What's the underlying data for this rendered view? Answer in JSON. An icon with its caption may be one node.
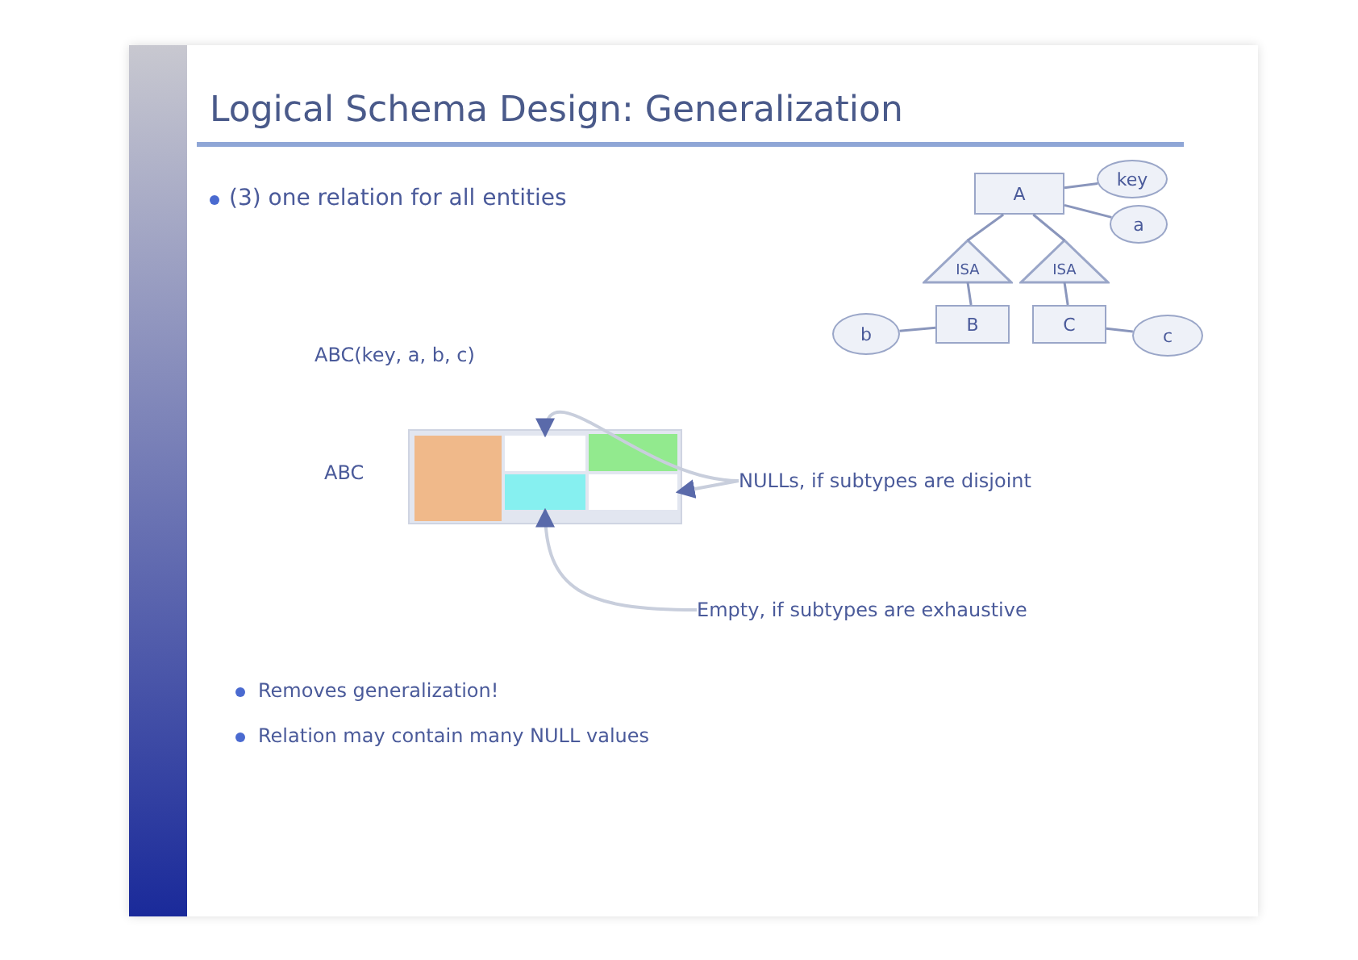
{
  "diagram": {
    "title": "Logical Schema Design: Generalization",
    "nodes": [
      {
        "text": [
          "A"
        ]
      },
      {
        "text": [
          "key"
        ]
      },
      {
        "text": [
          "a"
        ]
      },
      {
        "text": [
          "ISA"
        ]
      },
      {
        "text": [
          "ISA"
        ]
      },
      {
        "text": [
          "b"
        ]
      },
      {
        "text": [
          "B"
        ]
      },
      {
        "text": [
          "C"
        ]
      },
      {
        "text": [
          "c"
        ]
      },
      {
        "text": [],
        "shape": "box",
        "beside": [
          "ABC"
        ]
      },
      {
        "text": [],
        "shape": "box",
        "in": 9
      },
      {
        "text": [],
        "shape": "box",
        "in": 9
      },
      {
        "text": [],
        "shape": "box",
        "in": 9
      },
      {
        "text": [],
        "shape": "box",
        "in": 9
      },
      {
        "text": [],
        "shape": "box",
        "in": 9
      },
      {
        "text": [
          "NULLs, if subtypes are disjoint"
        ]
      },
      {
        "text": [
          "Empty, if subtypes are exhaustive"
        ]
      }
    ],
    "edges": [
      {
        "from": 0,
        "to": 1,
        "arrow": "none"
      },
      {
        "from": 0,
        "to": 2,
        "arrow": "none"
      },
      {
        "from": 3,
        "to": 0,
        "arrow": "none"
      },
      {
        "from": 4,
        "to": 0,
        "arrow": "none"
      },
      {
        "from": 3,
        "to": 6,
        "arrow": "none"
      },
      {
        "from": 4,
        "to": 7,
        "arrow": "none"
      },
      {
        "from": 5,
        "to": 6,
        "arrow": "none"
      },
      {
        "from": 7,
        "to": 8,
        "arrow": "none"
      },
      {
        "from": 15,
        "to": 11,
        "arrow": "to"
      },
      {
        "from": 15,
        "to": 14,
        "arrow": "to"
      },
      {
        "from": 16,
        "to": 13,
        "arrow": "to"
      }
    ],
    "labels": [
      "(3) one relation for all entities",
      "ABC(key, a, b, c)",
      "Removes generalization!",
      "Relation may contain many NULL values"
    ]
  }
}
